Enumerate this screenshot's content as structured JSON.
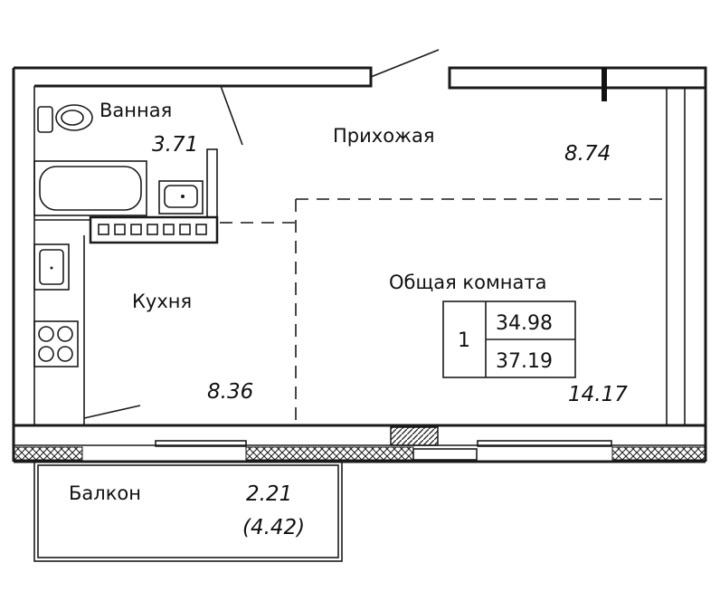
{
  "rooms": {
    "bathroom": {
      "label": "Ванная",
      "area": "3.71"
    },
    "hallway": {
      "label": "Прихожая",
      "area": "8.74"
    },
    "kitchen": {
      "label": "Кухня",
      "area": "8.36"
    },
    "living": {
      "label": "Общая комната",
      "area": "14.17"
    },
    "balcony": {
      "label": "Балкон",
      "area": "2.21",
      "area_reduced": "(4.42)"
    }
  },
  "summary": {
    "rooms_count": "1",
    "living_area": "34.98",
    "total_area": "37.19"
  },
  "colors": {
    "line": "#1a1a1a",
    "background": "#ffffff"
  }
}
